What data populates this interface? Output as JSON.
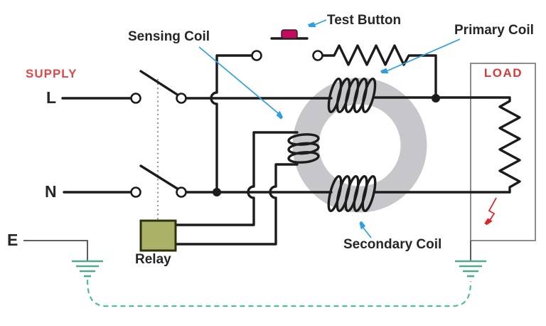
{
  "diagram": {
    "type": "ELCB / RCCB circuit schematic",
    "labels": {
      "supply": "SUPPLY",
      "live": "L",
      "neutral": "N",
      "earth": "E",
      "sensing_coil": "Sensing Coil",
      "test_button": "Test Button",
      "primary_coil": "Primary Coil",
      "load": "LOAD",
      "relay": "Relay",
      "secondary_coil": "Secondary Coil"
    },
    "colors": {
      "wire": "#1c1c1c",
      "label_text": "#262626",
      "supply_text": "#e04848",
      "load_text": "#d83a3a",
      "annotation_arrow": "#2e9fe0",
      "toroid_core": "#c6c6cb",
      "relay_fill": "#a9b267",
      "relay_border": "#30300f",
      "test_button": "#c4095e",
      "ground_symbol": "#4fab8b",
      "earth_path_dashed": "#4fbf9a",
      "fault_arrow": "#df2626",
      "load_box_border": "#8c8c8c",
      "mechanical_link_dotted": "#9a9a9a"
    },
    "components": [
      "supply-switch-live",
      "supply-switch-neutral",
      "mechanical-trip-link",
      "test-button",
      "test-resistor",
      "toroid-core",
      "primary-coil",
      "secondary-coil",
      "sensing-coil",
      "relay",
      "load-box",
      "load-resistor",
      "earth-ground-left",
      "earth-ground-right",
      "earth-return-dashed-path",
      "fault-current-arrow"
    ]
  }
}
